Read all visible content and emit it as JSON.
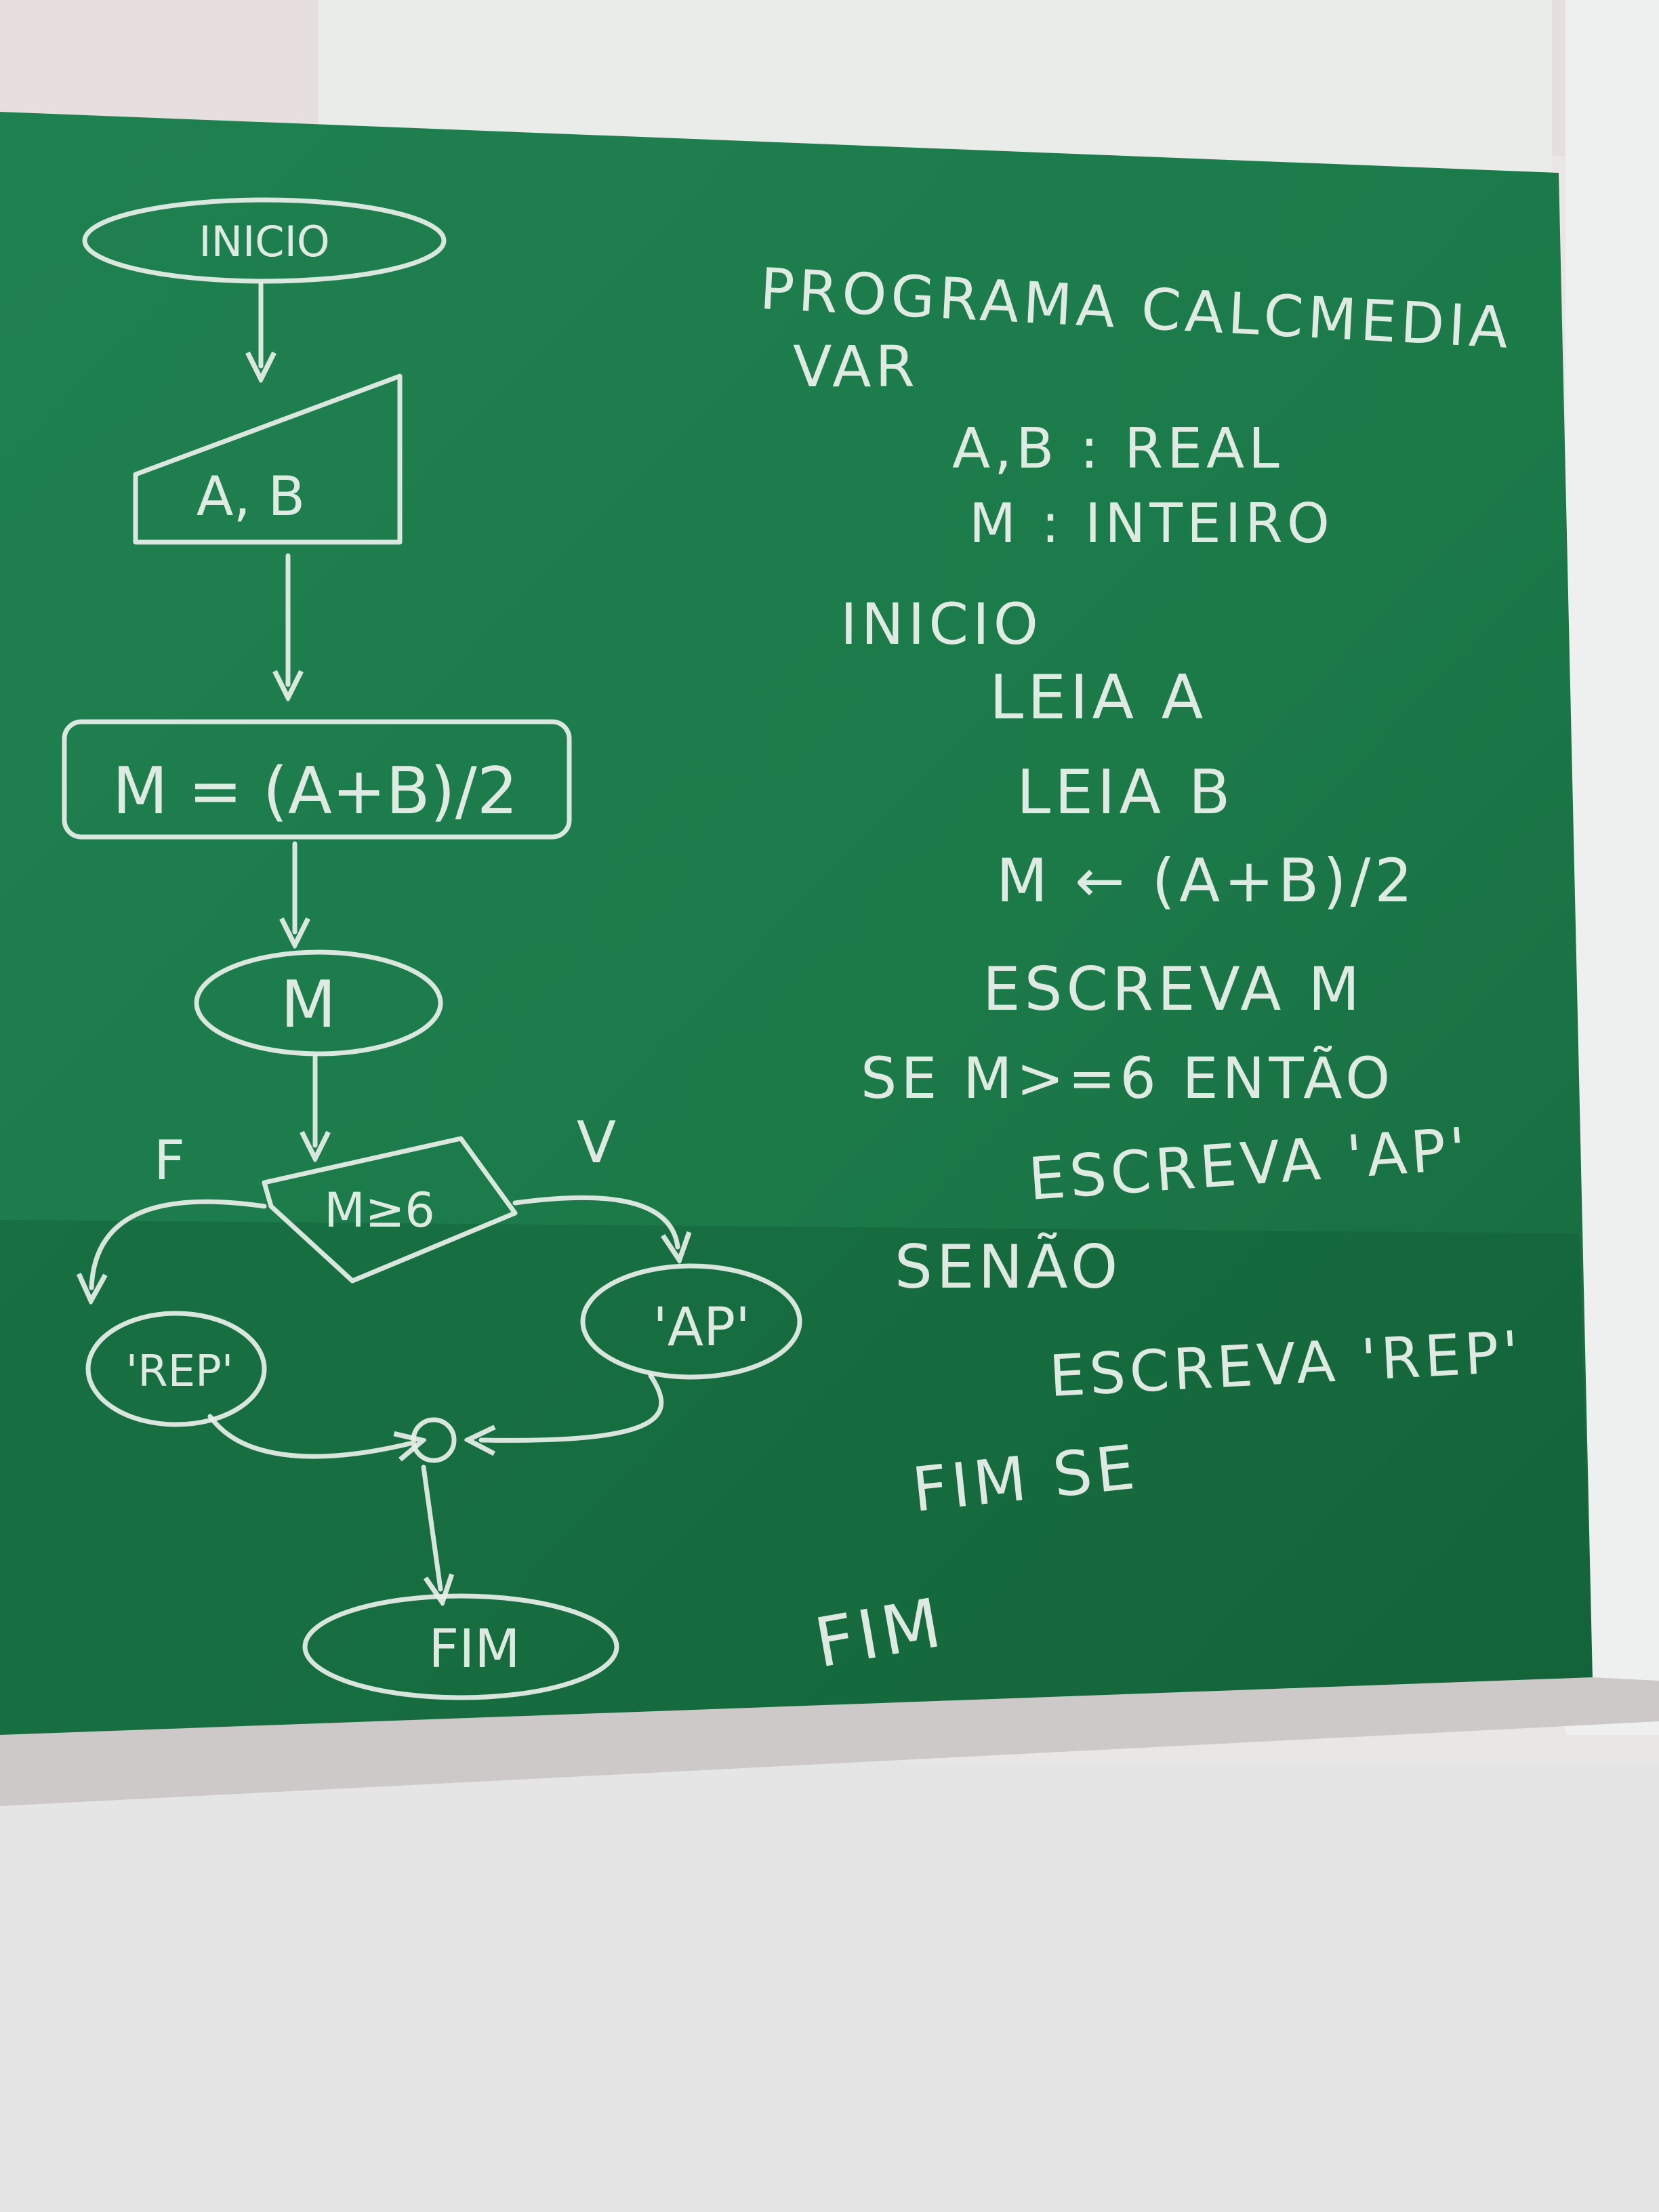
{
  "flowchart": {
    "start": "INICIO",
    "input": "A, B",
    "process": "M = (A+B)/2",
    "output_m": "M",
    "decision": "M≥6",
    "branch_false": "F",
    "branch_true": "V",
    "output_ap": "'AP'",
    "output_rep": "'REP'",
    "end": "FIM"
  },
  "pseudocode": {
    "lines": [
      "PROGRAMA CALCMEDIA",
      "VAR",
      "A,B : REAL",
      "M : INTEIRO",
      "INICIO",
      "LEIA A",
      "LEIA B",
      "M ← (A+B)/2",
      "ESCREVA M",
      "SE M>=6 ENTÃO",
      "ESCREVA 'AP'",
      "SENÃO",
      "ESCREVA 'REP'",
      "FIM SE",
      "FIM"
    ]
  },
  "colors": {
    "board": "#1e7a4a",
    "chalk": "#e9f0ea",
    "wall": "#e8e6e6",
    "tray": "#cfcccc"
  }
}
